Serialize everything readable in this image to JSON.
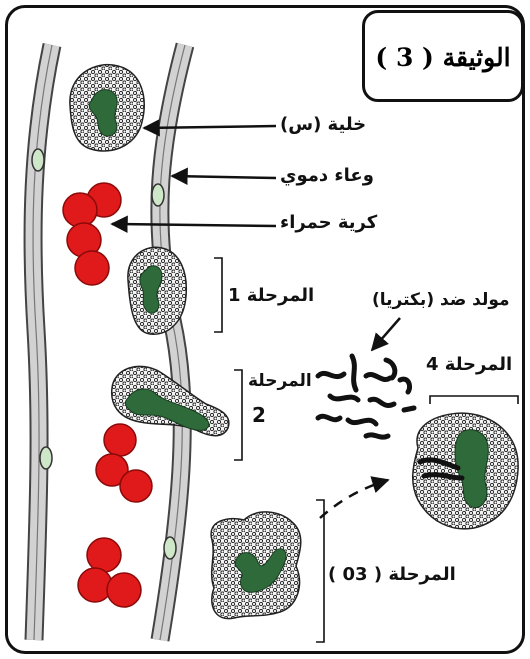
{
  "document_title": "الوثيقة  ( 3 )",
  "labels": {
    "cell_x": "خلية (س)",
    "blood_vessel": "وعاء دموي",
    "red_blood_cell": "كرية حمراء",
    "antigen": "مولد ضد (بكتريا)"
  },
  "stages": {
    "stage1": "المرحلة 1",
    "stage2_word": "المرحلة",
    "stage2_num": "2",
    "stage3": "المرحلة ( 03 )",
    "stage4": "المرحلة 4"
  },
  "colors": {
    "red_cell": "#e0191a",
    "nucleus": "#2f6b3a",
    "vessel_wall": "#c9c9c9",
    "endothelial": "#cfe7c9"
  }
}
